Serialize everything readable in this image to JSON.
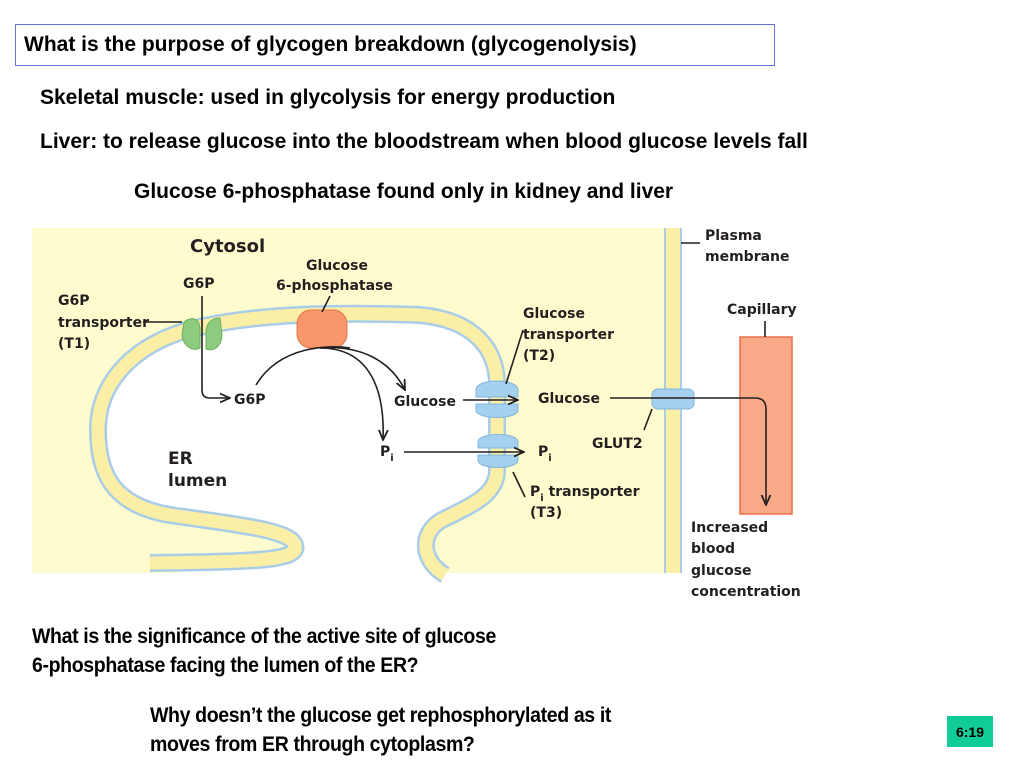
{
  "slide": {
    "title": "What is the purpose of glycogen breakdown (glycogenolysis)",
    "points": [
      "Skeletal muscle: used in glycolysis for energy production",
      "Liver: to release glucose into the bloodstream when blood glucose levels fall",
      "Glucose 6-phosphatase found only in kidney and liver"
    ],
    "question1": [
      "What is the significance of the active site of glucose",
      "6-phosphatase facing the lumen of the ER?"
    ],
    "question2": [
      "Why doesn’t the glucose get rephosphorylated as it",
      "moves from ER through cytoplasm?"
    ],
    "timestamp_badge": "6:19",
    "badge_color": "#12cc97"
  },
  "diagram": {
    "colors": {
      "cytosol": "#fefccf",
      "membrane": "#fbefa6",
      "membrane_edge": "#a9cde8",
      "g6p_transporter": "#8fcb7e",
      "phosphatase": "#f8976c",
      "transporter_blue": "#a6d0f0",
      "capillary": "#f8a988",
      "capillary_edge": "#e8714a"
    },
    "labels": {
      "cytosol": "Cytosol",
      "g6p_top": "G6P",
      "g6p_transporter": [
        "G6P",
        "transporter",
        "(T1)"
      ],
      "phosphatase": [
        "Glucose",
        "6-phosphatase"
      ],
      "g6p_lumen": "G6P",
      "glucose_lumen": "Glucose",
      "pi_lumen": "P",
      "pi_sub": "i",
      "glucose_transporter": [
        "Glucose",
        "transporter",
        "(T2)"
      ],
      "glucose_cytosol": "Glucose",
      "pi_cytosol": "P",
      "pi_transporter": [
        "P",
        "i",
        " transporter",
        "(T3)"
      ],
      "glut2": "GLUT2",
      "er_lumen": [
        "ER",
        "lumen"
      ],
      "plasma_membrane": [
        "Plasma",
        "membrane"
      ],
      "capillary": "Capillary",
      "outcome": [
        "Increased",
        "blood",
        "glucose",
        "concentration"
      ]
    }
  }
}
